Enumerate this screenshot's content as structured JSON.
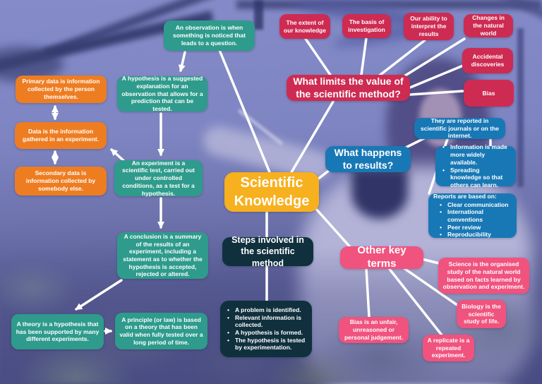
{
  "title": "Scientific Knowledge",
  "palette": {
    "teal": "#2E9B8C",
    "orange": "#EE7D22",
    "red": "#CE2B52",
    "blue": "#1878B5",
    "navy": "#10303E",
    "pink": "#F0537E",
    "yellow": "#F7B01E",
    "connector": "#FFFFFF",
    "background": "#7E85C2"
  },
  "map": {
    "center": {
      "label": "Scientific Knowledge"
    },
    "teal": {
      "observation": "An observation is when something is noticed that leads to a question.",
      "hypothesis": "A hypothesis is a suggested explanation for an observation that allows for a prediction that can be tested.",
      "experiment": "An experiment is a scientific test, carried out under controlled conditions, as a test for a hypothesis.",
      "conclusion": "A conclusion is a summary of the results of an experiment, including a statement as to whether the hypothesis is accepted, rejected or altered.",
      "theory": "A theory is a hypothesis that has been supported by many different experiments.",
      "principle": "A principle (or law) is based on a theory that has been valid when fully tested over a long period of time."
    },
    "orange": {
      "primary": "Primary data is information collected by the person themselves.",
      "data": "Data is the information gathered in an experiment.",
      "secondary": "Secondary data is information collected by somebody else."
    },
    "limits": {
      "heading": "What limits the value of the scientific method?",
      "extent": "The extent of our knowledge",
      "basis": "The basis of investigation",
      "ability": "Our ability to interpret the results",
      "changes": "Changes in the natural world",
      "accidental": "Accidental discoveries",
      "bias": "Bias"
    },
    "results": {
      "heading": "What happens to results?",
      "journals": "They are reported in scientific journals or on the internet.",
      "info_items": [
        "Information is made more widely available.",
        "Spreading knowledge so that others can learn."
      ],
      "reports_title": "Reports are based on:",
      "reports_items": [
        "Clear communication",
        "International conventions",
        "Peer review",
        "Reproducibility"
      ]
    },
    "steps": {
      "heading": "Steps involved in the scientific method",
      "items": [
        "A problem is identified.",
        "Relevant information is collected.",
        "A hypothesis is formed.",
        "The hypothesis is tested by experimentation."
      ]
    },
    "other_terms": {
      "heading": "Other key terms",
      "science": "Science is the organised study of the natural world based on facts learned by observation and experiment.",
      "biology": "Biology is the scientific study of life.",
      "bias": "Bias is an unfair, unreasoned or personal judgement.",
      "replicate": "A replicate is a repeated experiment."
    }
  }
}
